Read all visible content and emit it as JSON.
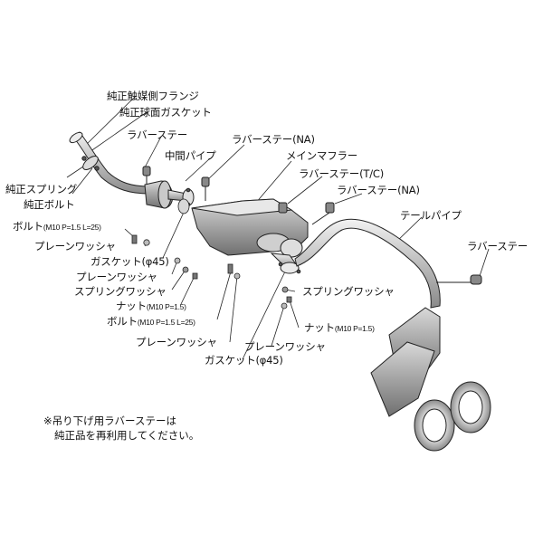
{
  "labels": {
    "catalyst_flange": "純正触媒側フランジ",
    "spherical_gasket": "純正球面ガスケット",
    "rubber_stay_1": "ラバーステー",
    "rubber_stay_na_1": "ラバーステー(NA)",
    "center_pipe": "中間パイプ",
    "main_muffler": "メインマフラー",
    "rubber_stay_tc": "ラバーステー(T/C)",
    "rubber_stay_na_2": "ラバーステー(NA)",
    "tail_pipe": "テールパイプ",
    "rubber_stay_2": "ラバーステー",
    "genuine_spring": "純正スプリング",
    "genuine_bolt": "純正ボルト",
    "bolt_1": "ボルト",
    "bolt_1_spec": "(M10 P=1.5 L=25)",
    "plain_washer_1": "プレーンワッシャ",
    "gasket_1": "ガスケット(φ45)",
    "plain_washer_2": "プレーンワッシャ",
    "spring_washer_1": "スプリングワッシャ",
    "nut_1": "ナット",
    "nut_1_spec": "(M10 P=1.5)",
    "bolt_2": "ボルト",
    "bolt_2_spec": "(M10 P=1.5 L=25)",
    "plain_washer_3": "プレーンワッシャ",
    "spring_washer_2": "スプリングワッシャ",
    "nut_2": "ナット",
    "nut_2_spec": "(M10 P=1.5)",
    "plain_washer_4": "プレーンワッシャ",
    "gasket_2": "ガスケット(φ45)"
  },
  "note": {
    "line1": "※吊り下げ用ラバーステーは",
    "line2": "純正品を再利用してください。"
  }
}
